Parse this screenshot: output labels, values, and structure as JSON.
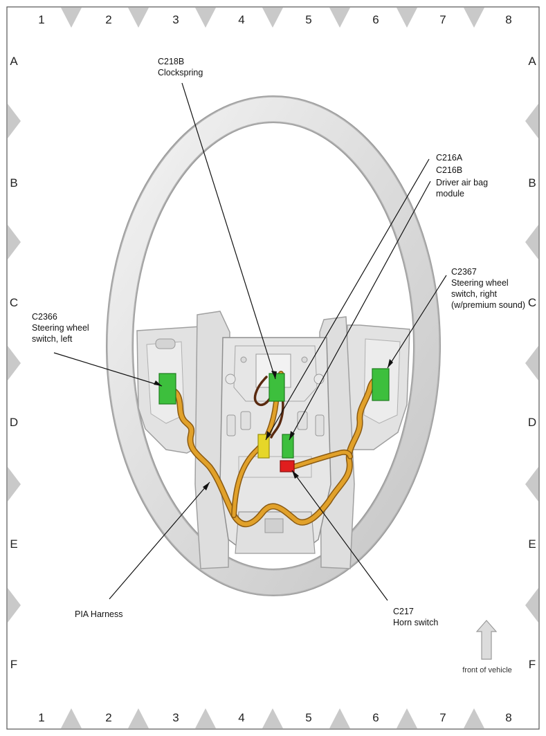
{
  "grid": {
    "columns": [
      "1",
      "2",
      "3",
      "4",
      "5",
      "6",
      "7",
      "8"
    ],
    "rows": [
      "A",
      "B",
      "C",
      "D",
      "E",
      "F"
    ]
  },
  "labels": {
    "c218b": [
      "C218B",
      "Clockspring"
    ],
    "c216": [
      "C216A",
      "C216B",
      "Driver air bag",
      "module"
    ],
    "c2367": [
      "C2367",
      "Steering wheel",
      "switch, right",
      "(w/premium sound)"
    ],
    "c2366": [
      "C2366",
      "Steering wheel",
      "switch, left"
    ],
    "pia": [
      "PIA Harness"
    ],
    "c217": [
      "C217",
      "Horn switch"
    ],
    "front": "front of vehicle"
  },
  "colors": {
    "wheel": "#e4e4e4",
    "wheel_edge": "#a9a9a9",
    "harness": "#e1a12a",
    "connector_green": "#3dbf3d",
    "connector_yellow": "#e6d628",
    "connector_red": "#e01e1e",
    "frame_marker": "#c9c9c9"
  }
}
